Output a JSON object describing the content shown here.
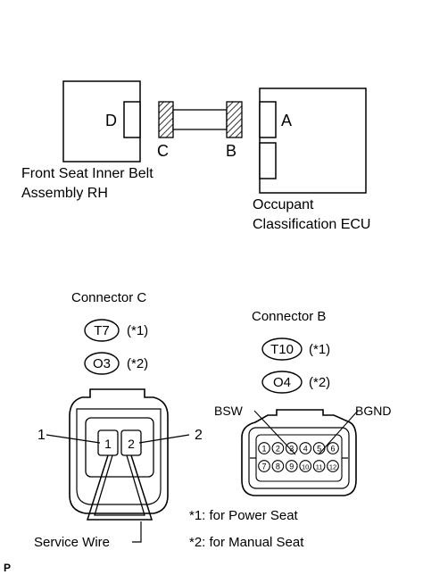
{
  "overview": {
    "labels": {
      "D": "D",
      "C": "C",
      "B": "B",
      "A": "A"
    },
    "seat_belt_label": [
      "Front Seat Inner Belt",
      "Assembly RH"
    ],
    "ecu_label": [
      "Occupant",
      "Classification ECU"
    ]
  },
  "connector_c": {
    "title": "Connector C",
    "code1": "T7",
    "note1": "(*1)",
    "code2": "O3",
    "note2": "(*2)",
    "pins": [
      "1",
      "2"
    ],
    "pin_callouts": [
      "1",
      "2"
    ],
    "service_wire": "Service Wire"
  },
  "connector_b": {
    "title": "Connector B",
    "code1": "T10",
    "note1": "(*1)",
    "code2": "O4",
    "note2": "(*2)",
    "bsw": "BSW",
    "bgnd": "BGND",
    "pins_top": [
      "1",
      "2",
      "3",
      "4",
      "5",
      "6"
    ],
    "pins_bottom": [
      "7",
      "8",
      "9",
      "10",
      "11",
      "12"
    ]
  },
  "footnotes": [
    "*1: for Power Seat",
    "*2: for Manual Seat"
  ],
  "corner_mark": "P"
}
